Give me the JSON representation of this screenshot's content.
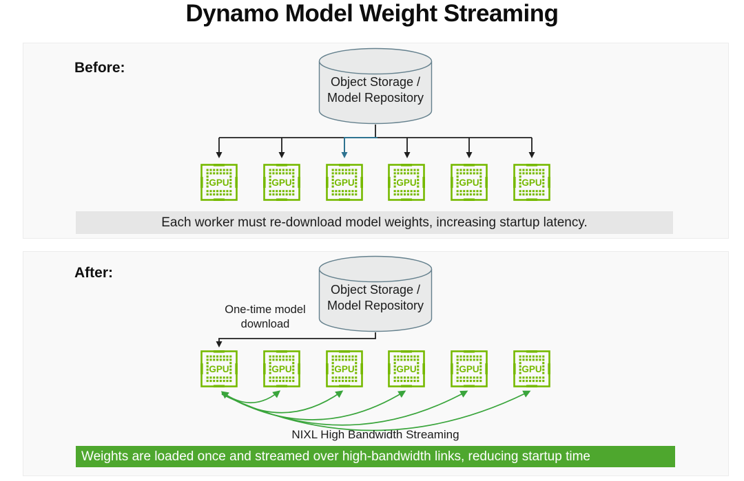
{
  "title": "Dynamo Model Weight Streaming",
  "colors": {
    "gpu_green": "#76b900",
    "arrow_green": "#3aa53c",
    "banner_green": "#4ea72e",
    "connector_dark": "#1f1f1f",
    "connector_teal": "#2e7390",
    "cylinder_fill": "#e9eaea",
    "cylinder_stroke": "#64808d",
    "panel_bg": "#f9f9f9",
    "panel_border": "#ececec",
    "gray_banner_bg": "#e6e6e6"
  },
  "before": {
    "label": "Before:",
    "storage": {
      "line1": "Object Storage /",
      "line2": "Model Repository"
    },
    "caption": "Each worker must re-download model weights, increasing startup latency."
  },
  "after": {
    "label": "After:",
    "storage": {
      "line1": "Object Storage /",
      "line2": "Model Repository"
    },
    "note_line1": "One-time model",
    "note_line2": "download",
    "streaming_label": "NIXL High Bandwidth Streaming",
    "caption": "Weights are loaded once and streamed over high-bandwidth links, reducing startup time"
  },
  "gpu": {
    "label": "GPU",
    "count_per_row": 6
  }
}
